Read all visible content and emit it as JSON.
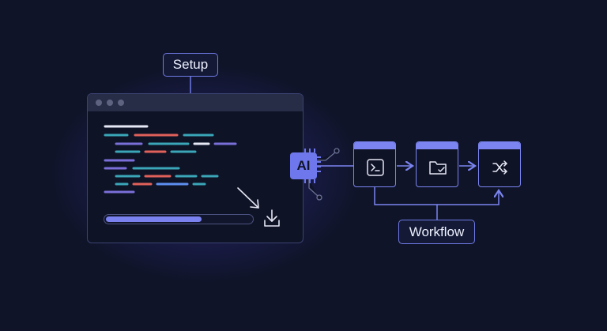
{
  "labels": {
    "setup": "Setup",
    "workflow": "Workflow",
    "ai": "AI"
  },
  "progress": {
    "fraction": 0.66
  },
  "colors": {
    "background": "#0f1428",
    "accent": "#7b84f0",
    "code_white": "#e6e8f5",
    "code_teal": "#3aa6b8",
    "code_red": "#e0605a",
    "code_purple": "#7a6fd8",
    "code_blue": "#5e8ff0"
  },
  "icons": {
    "window_controls": [
      "dot-icon",
      "dot-icon",
      "dot-icon"
    ],
    "download": "download-icon",
    "workflow_steps": [
      "terminal-icon",
      "folder-check-icon",
      "shuffle-icon"
    ]
  }
}
